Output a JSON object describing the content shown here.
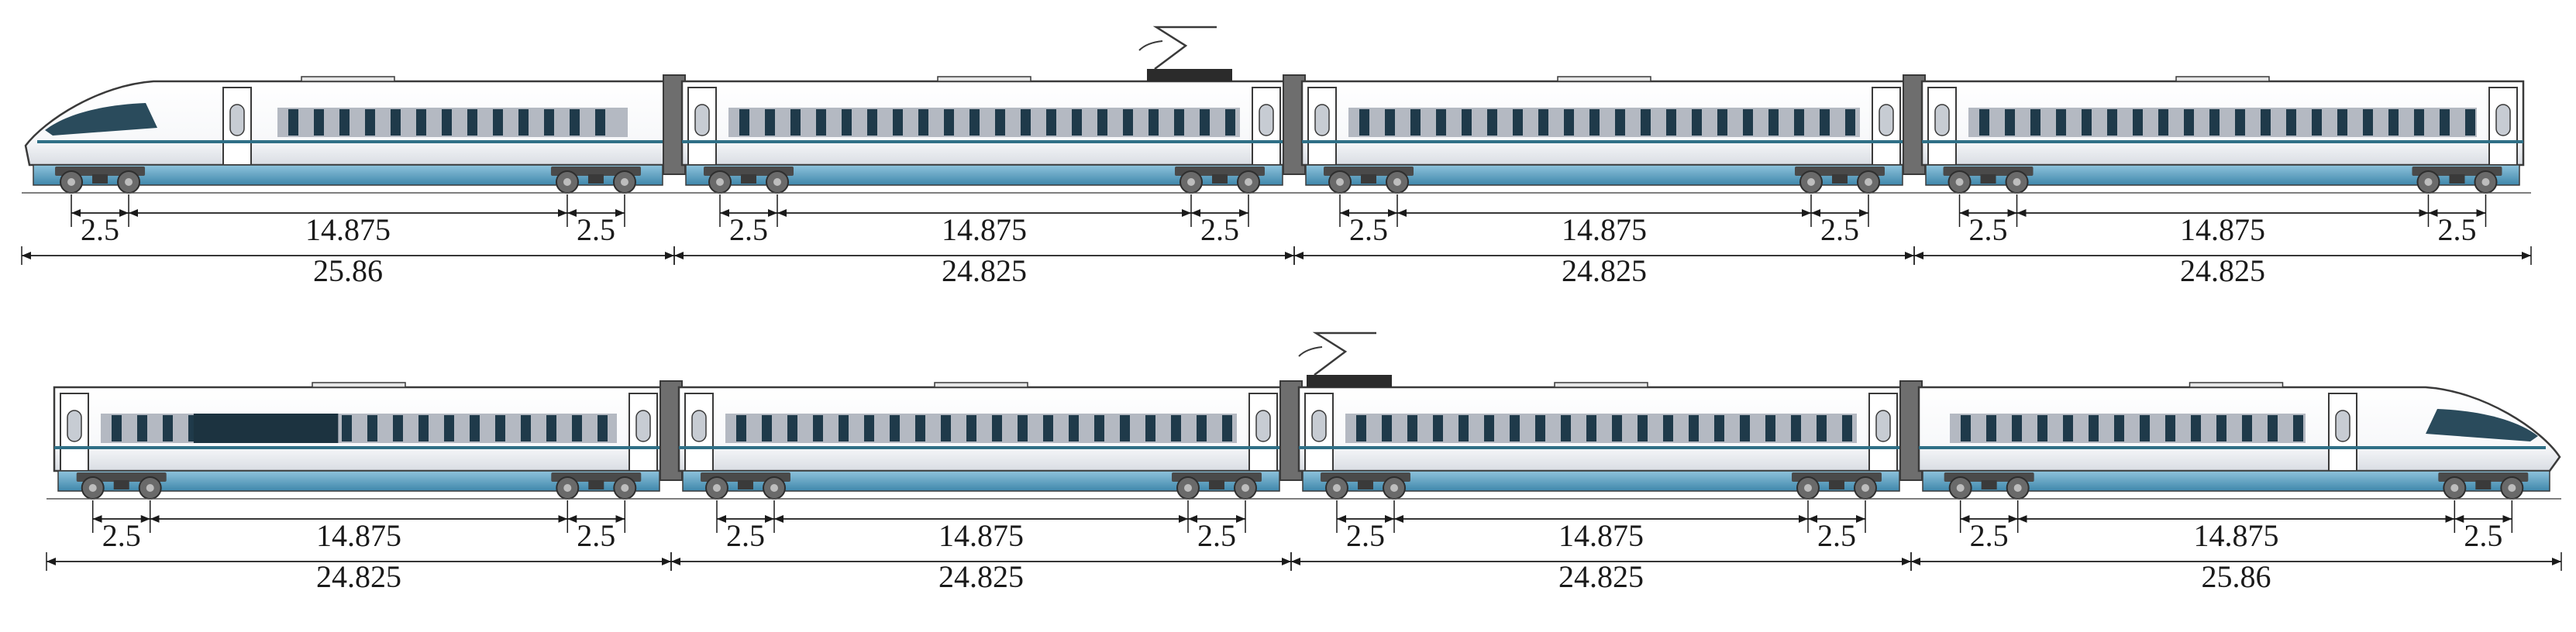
{
  "colors": {
    "body": "#f7f8fa",
    "body_shade": "#d9dde3",
    "outline": "#3a3a3a",
    "window_band": "#b4b9c2",
    "window_dark": "#1f3a4a",
    "stripe": "#2f6f86",
    "skirt_light": "#8fc3dc",
    "skirt_dark": "#3f87ab",
    "bogie": "#4a4a4a",
    "wheel": "#6a6a6a",
    "gangway": "#6e6e6e",
    "dim_line": "#1a1a1a"
  },
  "rows": [
    {
      "cars": [
        {
          "type": "end-left",
          "length": "25.86",
          "bogie_spacing": "14.875",
          "wheelbase_left": "2.5",
          "wheelbase_right": "2.5"
        },
        {
          "type": "middle-pantograph",
          "length": "24.825",
          "bogie_spacing": "14.875",
          "wheelbase_left": "2.5",
          "wheelbase_right": "2.5"
        },
        {
          "type": "middle",
          "length": "24.825",
          "bogie_spacing": "14.875",
          "wheelbase_left": "2.5",
          "wheelbase_right": "2.5"
        },
        {
          "type": "middle",
          "length": "24.825",
          "bogie_spacing": "14.875",
          "wheelbase_left": "2.5",
          "wheelbase_right": "2.5"
        }
      ]
    },
    {
      "cars": [
        {
          "type": "middle-dining",
          "length": "24.825",
          "bogie_spacing": "14.875",
          "wheelbase_left": "2.5",
          "wheelbase_right": "2.5"
        },
        {
          "type": "middle",
          "length": "24.825",
          "bogie_spacing": "14.875",
          "wheelbase_left": "2.5",
          "wheelbase_right": "2.5"
        },
        {
          "type": "middle-pantograph",
          "length": "24.825",
          "bogie_spacing": "14.875",
          "wheelbase_left": "2.5",
          "wheelbase_right": "2.5"
        },
        {
          "type": "end-right",
          "length": "25.86",
          "bogie_spacing": "14.875",
          "wheelbase_left": "2.5",
          "wheelbase_right": "2.5"
        }
      ]
    }
  ]
}
